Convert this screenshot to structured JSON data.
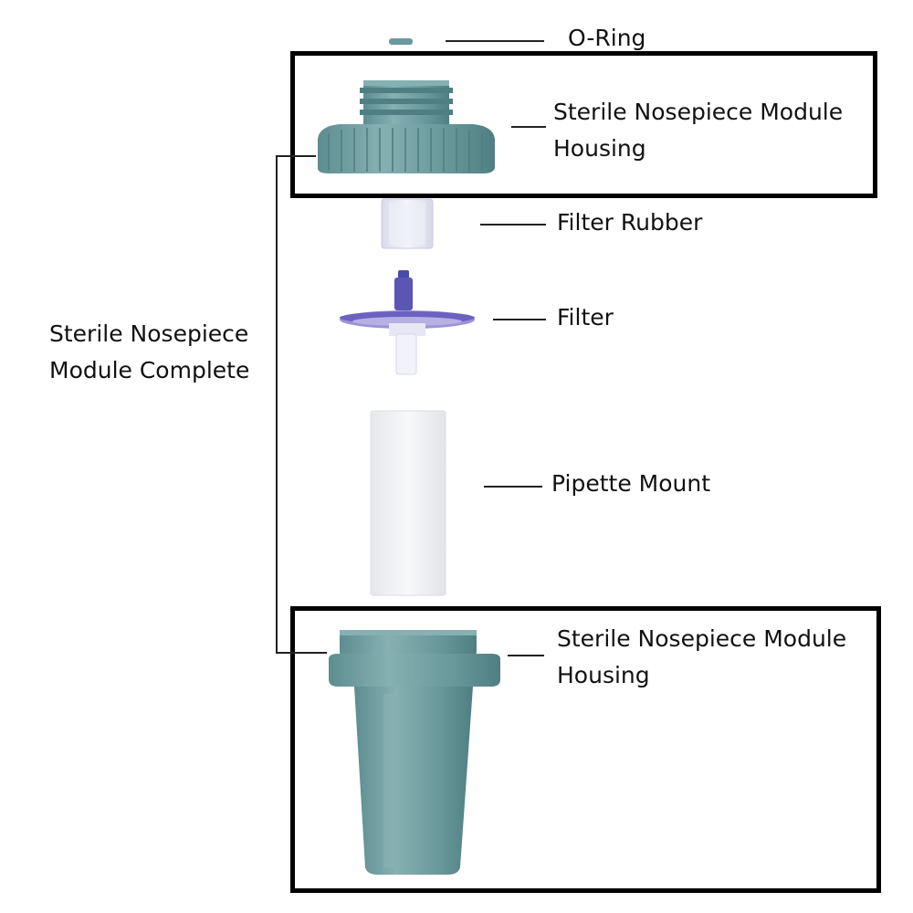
{
  "labels": {
    "o_ring": "O-Ring",
    "housing_top_line1": "Sterile Nosepiece Module",
    "housing_top_line2": "Housing",
    "filter_rubber": "Filter Rubber",
    "filter": "Filter",
    "pipette_mount": "Pipette Mount",
    "complete_line1": "Sterile Nosepiece",
    "complete_line2": "Module Complete",
    "housing_bottom_line1": "Sterile Nosepiece Module",
    "housing_bottom_line2": "Housing"
  },
  "colors": {
    "housing": "#6b9a9c",
    "housing_dark": "#4f7f82",
    "housing_light": "#8db4b6",
    "filter": "#4a4aa8",
    "filter_light": "#9c93d6",
    "rubber": "#e3e4f0",
    "mount": "#eef0f2",
    "box_border": "#000000",
    "text": "#111111"
  },
  "parts": [
    {
      "name": "o-ring",
      "icon": "o-ring-icon"
    },
    {
      "name": "top-housing",
      "icon": "top-housing-icon"
    },
    {
      "name": "filter-rubber",
      "icon": "filter-rubber-icon"
    },
    {
      "name": "filter",
      "icon": "filter-icon"
    },
    {
      "name": "pipette-mount",
      "icon": "pipette-mount-icon"
    },
    {
      "name": "bottom-housing",
      "icon": "bottom-housing-icon"
    }
  ]
}
